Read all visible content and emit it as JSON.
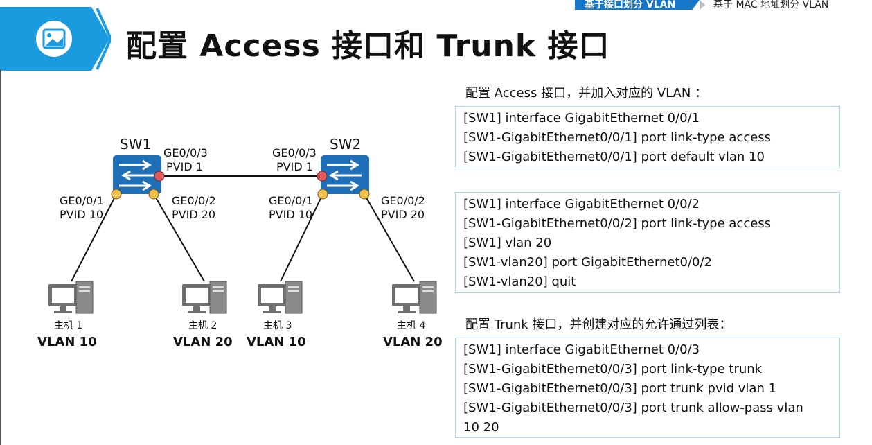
{
  "breadcrumb": {
    "active": "基于接口划分 VLAN",
    "next": "基于 MAC 地址划分 VLAN"
  },
  "header": {
    "title": "配置 Access 接口和 Trunk 接口",
    "icon": "image-icon",
    "accent": "#1a9be0"
  },
  "diagram": {
    "switches": [
      {
        "name": "SW1"
      },
      {
        "name": "SW2"
      }
    ],
    "ports": {
      "sw1_ge3": [
        "GE0/0/3",
        "PVID 1"
      ],
      "sw2_ge3": [
        "GE0/0/3",
        "PVID 1"
      ],
      "sw1_ge1": [
        "GE0/0/1",
        "PVID 10"
      ],
      "sw1_ge2": [
        "GE0/0/2",
        "PVID 20"
      ],
      "sw2_ge1": [
        "GE0/0/1",
        "PVID 10"
      ],
      "sw2_ge2": [
        "GE0/0/2",
        "PVID 20"
      ]
    },
    "hosts": [
      {
        "name": "主机 1",
        "vlan": "VLAN 10"
      },
      {
        "name": "主机 2",
        "vlan": "VLAN 20"
      },
      {
        "name": "主机 3",
        "vlan": "VLAN 10"
      },
      {
        "name": "主机 4",
        "vlan": "VLAN 20"
      }
    ],
    "colors": {
      "switch": "#1f6fb8",
      "trunk_port": "#e05a5a",
      "access_port": "#f0c04a"
    }
  },
  "config": {
    "access_caption": "配置 Access 接口，并加入对应的 VLAN ：",
    "block1": [
      "[SW1] interface GigabitEthernet 0/0/1",
      "[SW1-GigabitEthernet0/0/1] port link-type access",
      "[SW1-GigabitEthernet0/0/1] port default vlan 10"
    ],
    "block2": [
      "[SW1] interface GigabitEthernet 0/0/2",
      "[SW1-GigabitEthernet0/0/2] port link-type access",
      "[SW1] vlan 20",
      "[SW1-vlan20] port GigabitEthernet0/0/2",
      "[SW1-vlan20] quit"
    ],
    "trunk_caption": "配置 Trunk 接口，并创建对应的允许通过列表：",
    "block3": [
      "[SW1] interface GigabitEthernet 0/0/3",
      "[SW1-GigabitEthernet0/0/3] port link-type trunk",
      "[SW1-GigabitEthernet0/0/3] port trunk pvid vlan 1",
      "[SW1-GigabitEthernet0/0/3] port trunk allow-pass vlan",
      "10 20"
    ]
  }
}
